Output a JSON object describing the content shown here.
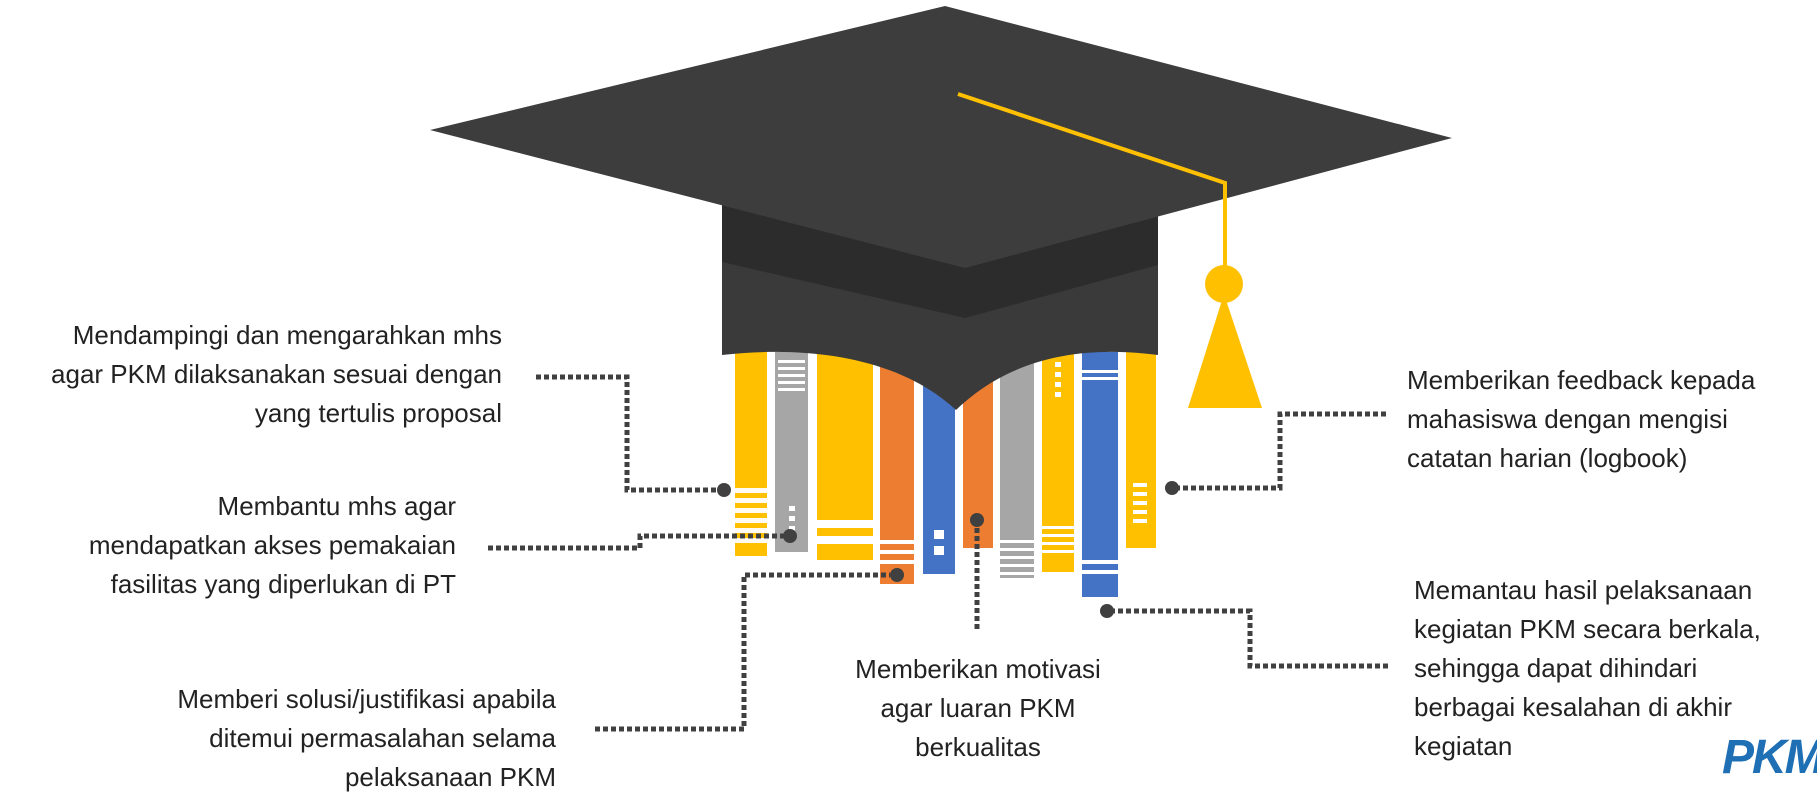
{
  "colors": {
    "cap_top": "#3d3d3d",
    "cap_band": "#2c2c2c",
    "cap_body": "#3a3a3a",
    "tassel": "#ffc000",
    "book_yellow": "#ffc000",
    "book_gray": "#a6a6a6",
    "book_orange": "#ed7d31",
    "book_blue": "#4472c4",
    "connector": "#404040",
    "logo": "#1f6fb5"
  },
  "labels": {
    "top_left": [
      "Mendampingi dan mengarahkan mhs",
      "agar PKM dilaksanakan sesuai dengan",
      "yang tertulis proposal"
    ],
    "middle_left": [
      "Membantu mhs agar",
      "mendapatkan akses pemakaian",
      "fasilitas yang diperlukan di PT"
    ],
    "bottom_left": [
      "Memberi solusi/justifikasi apabila",
      "ditemui permasalahan selama",
      "pelaksanaan PKM"
    ],
    "bottom_center": [
      "Memberikan motivasi",
      "agar luaran PKM",
      "berkualitas"
    ],
    "top_right": [
      "Memberikan feedback kepada",
      "mahasiswa dengan mengisi",
      "catatan harian (logbook)"
    ],
    "bottom_right": [
      "Memantau hasil pelaksanaan",
      "kegiatan PKM secara berkala,",
      "sehingga dapat dihindari",
      "berbagai kesalahan di akhir",
      "kegiatan"
    ]
  },
  "logo": "PKM"
}
